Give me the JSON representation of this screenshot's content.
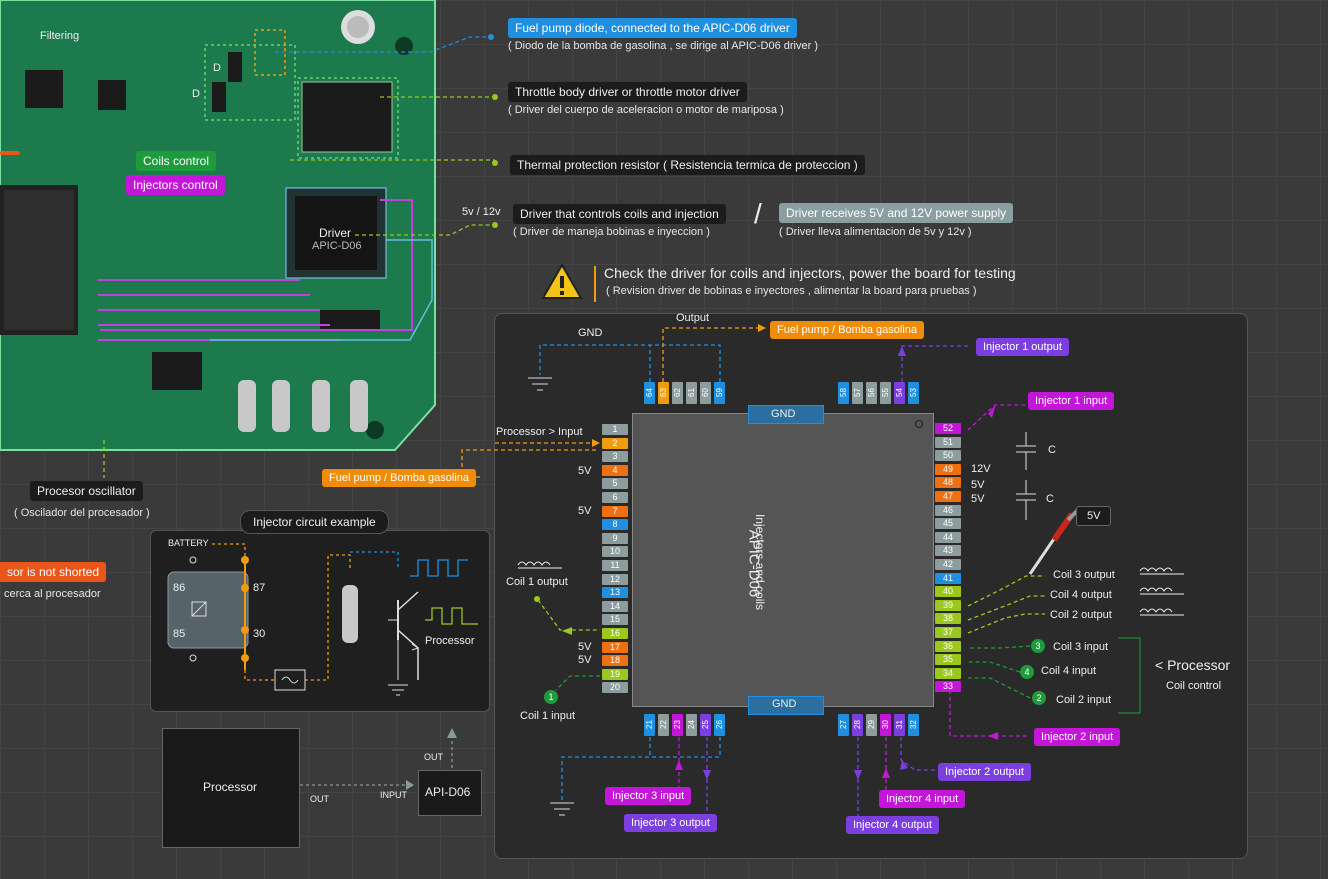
{
  "pcb": {
    "filtering": "Filtering",
    "d_top": "D",
    "d_bottom": "D",
    "coils_control": "Coils control",
    "injectors_control": "Injectors control",
    "driver_name": "Driver",
    "driver_part": "APIC-D06",
    "processor_oscillator": "Procesor oscillator",
    "processor_oscillator_es": "( Oscilador del procesador )",
    "not_shorted": "sor is not shorted",
    "not_shorted_es": "cerca al procesador"
  },
  "annotations": {
    "fuel_pump_diode": "Fuel pump diode, connected to the APIC-D06 driver",
    "fuel_pump_diode_es": "( Diodo de la bomba de gasolina , se dirige al APIC-D06 driver )",
    "throttle": "Throttle body driver or throttle motor driver",
    "throttle_es": "( Driver del cuerpo de aceleracion o motor de mariposa )",
    "thermal": "Thermal protection resistor ( Resistencia termica de proteccion )",
    "voltage": "5v / 12v",
    "driver_coils": "Driver that controls coils and injection",
    "driver_coils_es": "( Driver de maneja bobinas e inyeccion )",
    "slash": "/",
    "driver_power": "Driver receives 5V and 12V power supply",
    "driver_power_es": "( Driver lleva alimentacion de 5v y 12v )",
    "check": "Check the driver for coils and injectors, power the board for testing",
    "check_es": "( Revision driver de bobinas e inyectores , alimentar la board para pruebas )"
  },
  "injector_circuit": {
    "title": "Injector circuit example",
    "battery": "BATTERY",
    "pin86": "86",
    "pin87": "87",
    "pin85": "85",
    "pin30": "30",
    "processor": "Processor"
  },
  "block": {
    "processor": "Processor",
    "out": "OUT",
    "input": "INPUT",
    "chip": "API-D06",
    "out2": "OUT"
  },
  "chip": {
    "name": "APIC-D06",
    "desc": "Injectors and coils",
    "gnd_top": "GND",
    "gnd_bottom": "GND",
    "left_pins": [
      "1",
      "2",
      "3",
      "4",
      "5",
      "6",
      "7",
      "8",
      "9",
      "10",
      "11",
      "12",
      "13",
      "14",
      "15",
      "16",
      "17",
      "18",
      "19",
      "20"
    ],
    "right_pins": [
      "52",
      "51",
      "50",
      "49",
      "48",
      "47",
      "46",
      "45",
      "44",
      "43",
      "42",
      "41",
      "40",
      "39",
      "38",
      "37",
      "36",
      "35",
      "34",
      "33"
    ],
    "top_pins": [
      "64",
      "63",
      "62",
      "61",
      "60",
      "59",
      "58",
      "57",
      "56",
      "55",
      "54",
      "53"
    ],
    "bottom_pins": [
      "21",
      "22",
      "23",
      "24",
      "25",
      "26",
      "27",
      "28",
      "29",
      "30",
      "31",
      "32"
    ]
  },
  "labels": {
    "gnd": "GND",
    "output": "Output",
    "fuel_pump_top": "Fuel pump / Bomba gasolina",
    "fuel_pump_left": "Fuel pump / Bomba gasolina",
    "processor_input": "Processor > Input",
    "v5_a": "5V",
    "v5_b": "5V",
    "v5_c": "5V",
    "v5_d": "5V",
    "coil1_output": "Coil 1 output",
    "coil1_input": "Coil 1 input",
    "n1": "1",
    "injector1_output": "Injector 1 output",
    "injector1_input": "Injector 1 input",
    "v12": "12V",
    "v5r1": "5V",
    "v5r2": "5V",
    "cap1": "C",
    "cap2": "C",
    "probe": "5V",
    "coil3_output": "Coil 3 output",
    "coil4_output": "Coil 4 output",
    "coil2_output": "Coil 2 output",
    "coil3_input": "Coil 3 input",
    "coil4_input": "Coil 4 input",
    "coil2_input": "Coil 2 input",
    "n3": "3",
    "n4": "4",
    "n2": "2",
    "processor_right": "< Processor",
    "coil_control": "Coil control",
    "injector2_input": "Injector 2 input",
    "injector2_output": "Injector 2 output",
    "injector3_input": "Injector 3 input",
    "injector3_output": "Injector 3 output",
    "injector4_input": "Injector 4 input",
    "injector4_output": "Injector 4 output"
  }
}
